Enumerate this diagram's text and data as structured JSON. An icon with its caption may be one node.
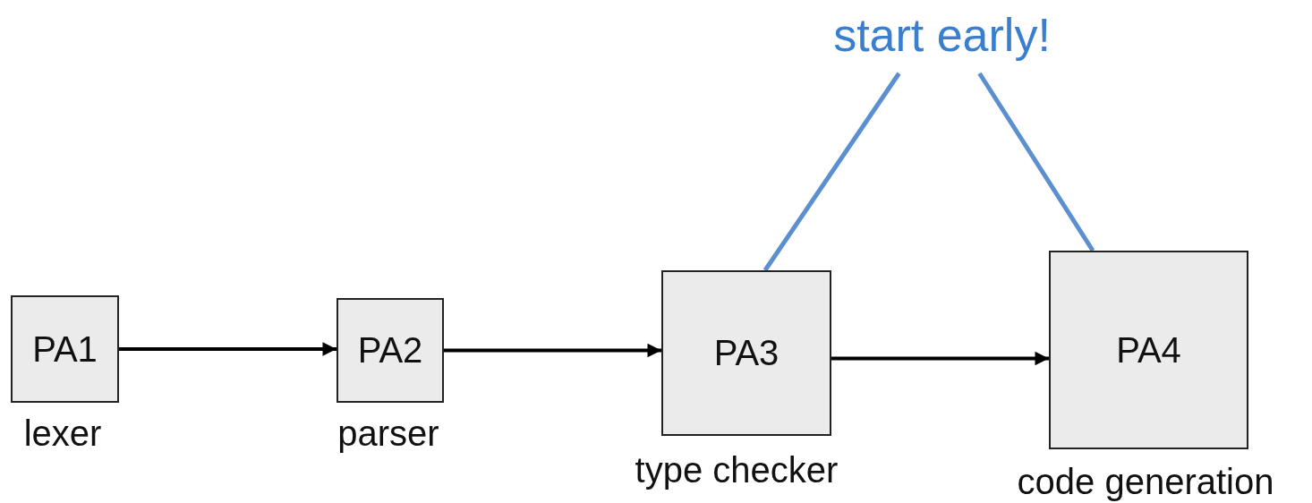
{
  "diagram": {
    "nodes": [
      {
        "text": [
          "PA1"
        ],
        "beside": [
          "lexer"
        ]
      },
      {
        "text": [
          "PA2"
        ],
        "beside": [
          "parser"
        ]
      },
      {
        "text": [
          "PA3"
        ],
        "beside": [
          "type checker"
        ]
      },
      {
        "text": [
          "PA4"
        ],
        "beside": [
          "code generation"
        ]
      },
      {
        "text": [
          "start early!"
        ]
      }
    ],
    "edges": [
      {
        "from": 0,
        "to": 1,
        "arrow": "to"
      },
      {
        "from": 1,
        "to": 2,
        "arrow": "to"
      },
      {
        "from": 2,
        "to": 3,
        "arrow": "to"
      },
      {
        "from": 4,
        "to": 2,
        "arrow": "none",
        "color": "#5b8fd0"
      },
      {
        "from": 4,
        "to": 3,
        "arrow": "none",
        "color": "#5b8fd0"
      }
    ]
  }
}
